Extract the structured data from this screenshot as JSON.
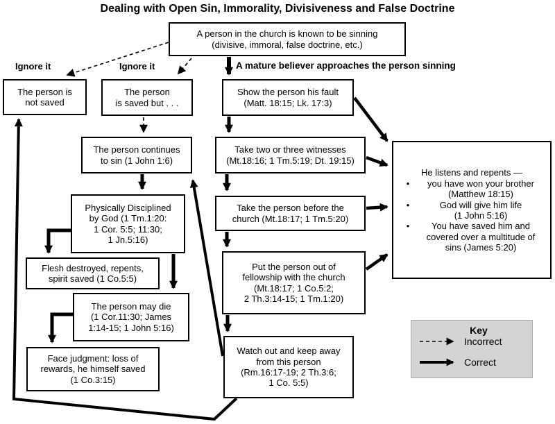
{
  "title": "Dealing with Open Sin, Immorality, Divisiveness and False Doctrine",
  "labels": {
    "ignore_left": "Ignore it",
    "ignore_mid": "Ignore it",
    "mature_heading": "A mature believer approaches the person sinning"
  },
  "boxes": {
    "known_sinning": "A person in the church is known to be sinning\n(divisive, immoral, false doctrine, etc.)",
    "not_saved": "The person is\nnot saved",
    "saved_but": "The person\nis saved but . . .",
    "continues_sin": "The person continues\nto sin (1 John 1:6)",
    "disciplined": "Physically Disciplined\nby God (1 Tm.1:20:\n1 Cor. 5:5; 11:30;\n1 Jn.5:16)",
    "flesh_destroyed": "Flesh destroyed, repents,\nspirit saved (1 Co.5:5)",
    "may_die": "The person may die\n(1 Cor.11:30; James\n1:14-15; 1 John 5:16)",
    "face_judgment": "Face judgment: loss of\nrewards, he himself saved\n(1 Co.3:15)",
    "show_fault": "Show the person his fault\n(Matt. 18:15; Lk. 17:3)",
    "witnesses": "Take two or three witnesses\n(Mt.18:16; 1 Tm.5:19; Dt. 19:15)",
    "before_church": "Take the person before the\nchurch (Mt.18:17; 1 Tm.5:20)",
    "put_out": "Put the person out of\nfellowship with the church\n(Mt.18:17; 1 Co.5:2;\n2 Th.3:14-15; 1 Tm.1:20)",
    "watch_out": "Watch out and keep away\nfrom this person\n(Rm.16:17-19; 2 Th.3:6;\n1 Co. 5:5)",
    "listens": {
      "heading": "He listens and repents —",
      "bullets": [
        "you have won your brother\n(Matthew 18:15)",
        "God will give him life\n(1 John 5:16)",
        "You have saved him and\ncovered over a multitude of\nsins (James 5:20)"
      ]
    }
  },
  "key": {
    "title": "Key",
    "incorrect_label": "Incorrect",
    "correct_label": "Correct"
  },
  "colors": {
    "line": "#000000",
    "box_border": "#000000",
    "key_background": "#d4d4d4"
  }
}
